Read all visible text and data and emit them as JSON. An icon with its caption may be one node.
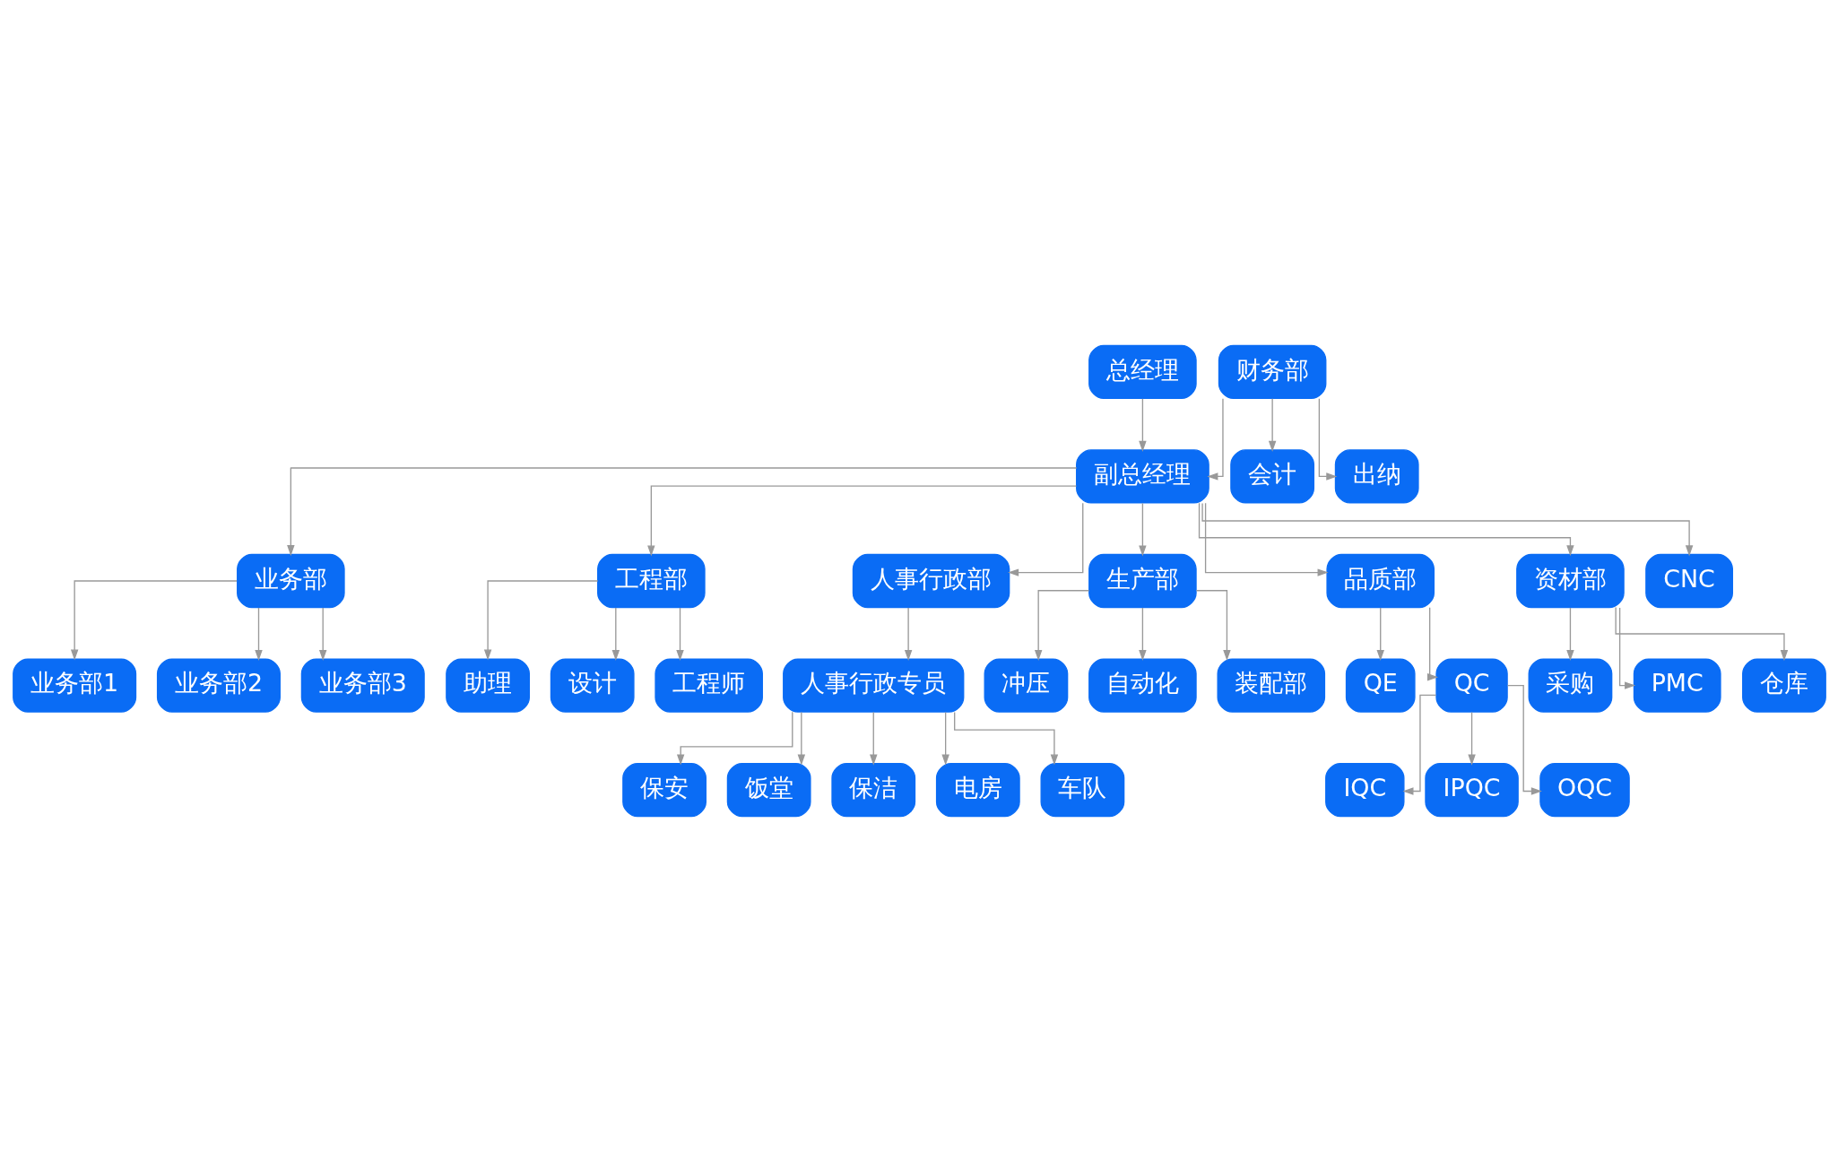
{
  "diagram": {
    "nodes": [
      {
        "text": [
          "总经理"
        ]
      },
      {
        "text": [
          "财务部"
        ]
      },
      {
        "text": [
          "副总经理"
        ]
      },
      {
        "text": [
          "会计"
        ]
      },
      {
        "text": [
          "出纳"
        ]
      },
      {
        "text": [
          "业务部"
        ]
      },
      {
        "text": [
          "工程部"
        ]
      },
      {
        "text": [
          "人事行政部"
        ]
      },
      {
        "text": [
          "人事行政专员"
        ]
      },
      {
        "text": [
          "生产部"
        ]
      },
      {
        "text": [
          "品质部"
        ]
      },
      {
        "text": [
          "资材部"
        ]
      },
      {
        "text": [
          "CNC"
        ]
      },
      {
        "text": [
          "业务部1"
        ]
      },
      {
        "text": [
          "业务部2"
        ]
      },
      {
        "text": [
          "业务部3"
        ]
      },
      {
        "text": [
          "助理"
        ]
      },
      {
        "text": [
          "设计"
        ]
      },
      {
        "text": [
          "工程师"
        ]
      },
      {
        "text": [
          "保安"
        ]
      },
      {
        "text": [
          "饭堂"
        ]
      },
      {
        "text": [
          "保洁"
        ]
      },
      {
        "text": [
          "电房"
        ]
      },
      {
        "text": [
          "车队"
        ]
      },
      {
        "text": [
          "冲压"
        ]
      },
      {
        "text": [
          "自动化"
        ]
      },
      {
        "text": [
          "装配部"
        ]
      },
      {
        "text": [
          "QE"
        ]
      },
      {
        "text": [
          "QC"
        ]
      },
      {
        "text": [
          "IQC"
        ]
      },
      {
        "text": [
          "IPQC"
        ]
      },
      {
        "text": [
          "OQC"
        ]
      },
      {
        "text": [
          "采购"
        ]
      },
      {
        "text": [
          "PMC"
        ]
      },
      {
        "text": [
          "仓库"
        ]
      }
    ],
    "edges": [
      {
        "from": 0,
        "to": 2,
        "arrow": "to"
      },
      {
        "from": 1,
        "to": 2,
        "arrow": "to"
      },
      {
        "from": 1,
        "to": 3,
        "arrow": "to"
      },
      {
        "from": 1,
        "to": 4,
        "arrow": "to"
      },
      {
        "from": 2,
        "to": 5,
        "arrow": "to"
      },
      {
        "from": 2,
        "to": 6,
        "arrow": "to"
      },
      {
        "from": 2,
        "to": 7,
        "arrow": "to"
      },
      {
        "from": 2,
        "to": 9,
        "arrow": "to"
      },
      {
        "from": 2,
        "to": 10,
        "arrow": "to"
      },
      {
        "from": 2,
        "to": 11,
        "arrow": "to"
      },
      {
        "from": 2,
        "to": 12,
        "arrow": "to"
      },
      {
        "from": 7,
        "to": 8,
        "arrow": "to"
      },
      {
        "from": 5,
        "to": 13,
        "arrow": "to"
      },
      {
        "from": 5,
        "to": 14,
        "arrow": "to"
      },
      {
        "from": 5,
        "to": 15,
        "arrow": "to"
      },
      {
        "from": 6,
        "to": 16,
        "arrow": "to"
      },
      {
        "from": 6,
        "to": 17,
        "arrow": "to"
      },
      {
        "from": 6,
        "to": 18,
        "arrow": "to"
      },
      {
        "from": 8,
        "to": 19,
        "arrow": "to"
      },
      {
        "from": 8,
        "to": 20,
        "arrow": "to"
      },
      {
        "from": 8,
        "to": 21,
        "arrow": "to"
      },
      {
        "from": 8,
        "to": 22,
        "arrow": "to"
      },
      {
        "from": 8,
        "to": 23,
        "arrow": "to"
      },
      {
        "from": 9,
        "to": 24,
        "arrow": "to"
      },
      {
        "from": 9,
        "to": 25,
        "arrow": "to"
      },
      {
        "from": 9,
        "to": 26,
        "arrow": "to"
      },
      {
        "from": 10,
        "to": 27,
        "arrow": "to"
      },
      {
        "from": 10,
        "to": 28,
        "arrow": "to"
      },
      {
        "from": 28,
        "to": 29,
        "arrow": "to"
      },
      {
        "from": 28,
        "to": 30,
        "arrow": "to"
      },
      {
        "from": 28,
        "to": 31,
        "arrow": "to"
      },
      {
        "from": 11,
        "to": 32,
        "arrow": "to"
      },
      {
        "from": 11,
        "to": 33,
        "arrow": "to"
      },
      {
        "from": 11,
        "to": 34,
        "arrow": "to"
      }
    ]
  }
}
